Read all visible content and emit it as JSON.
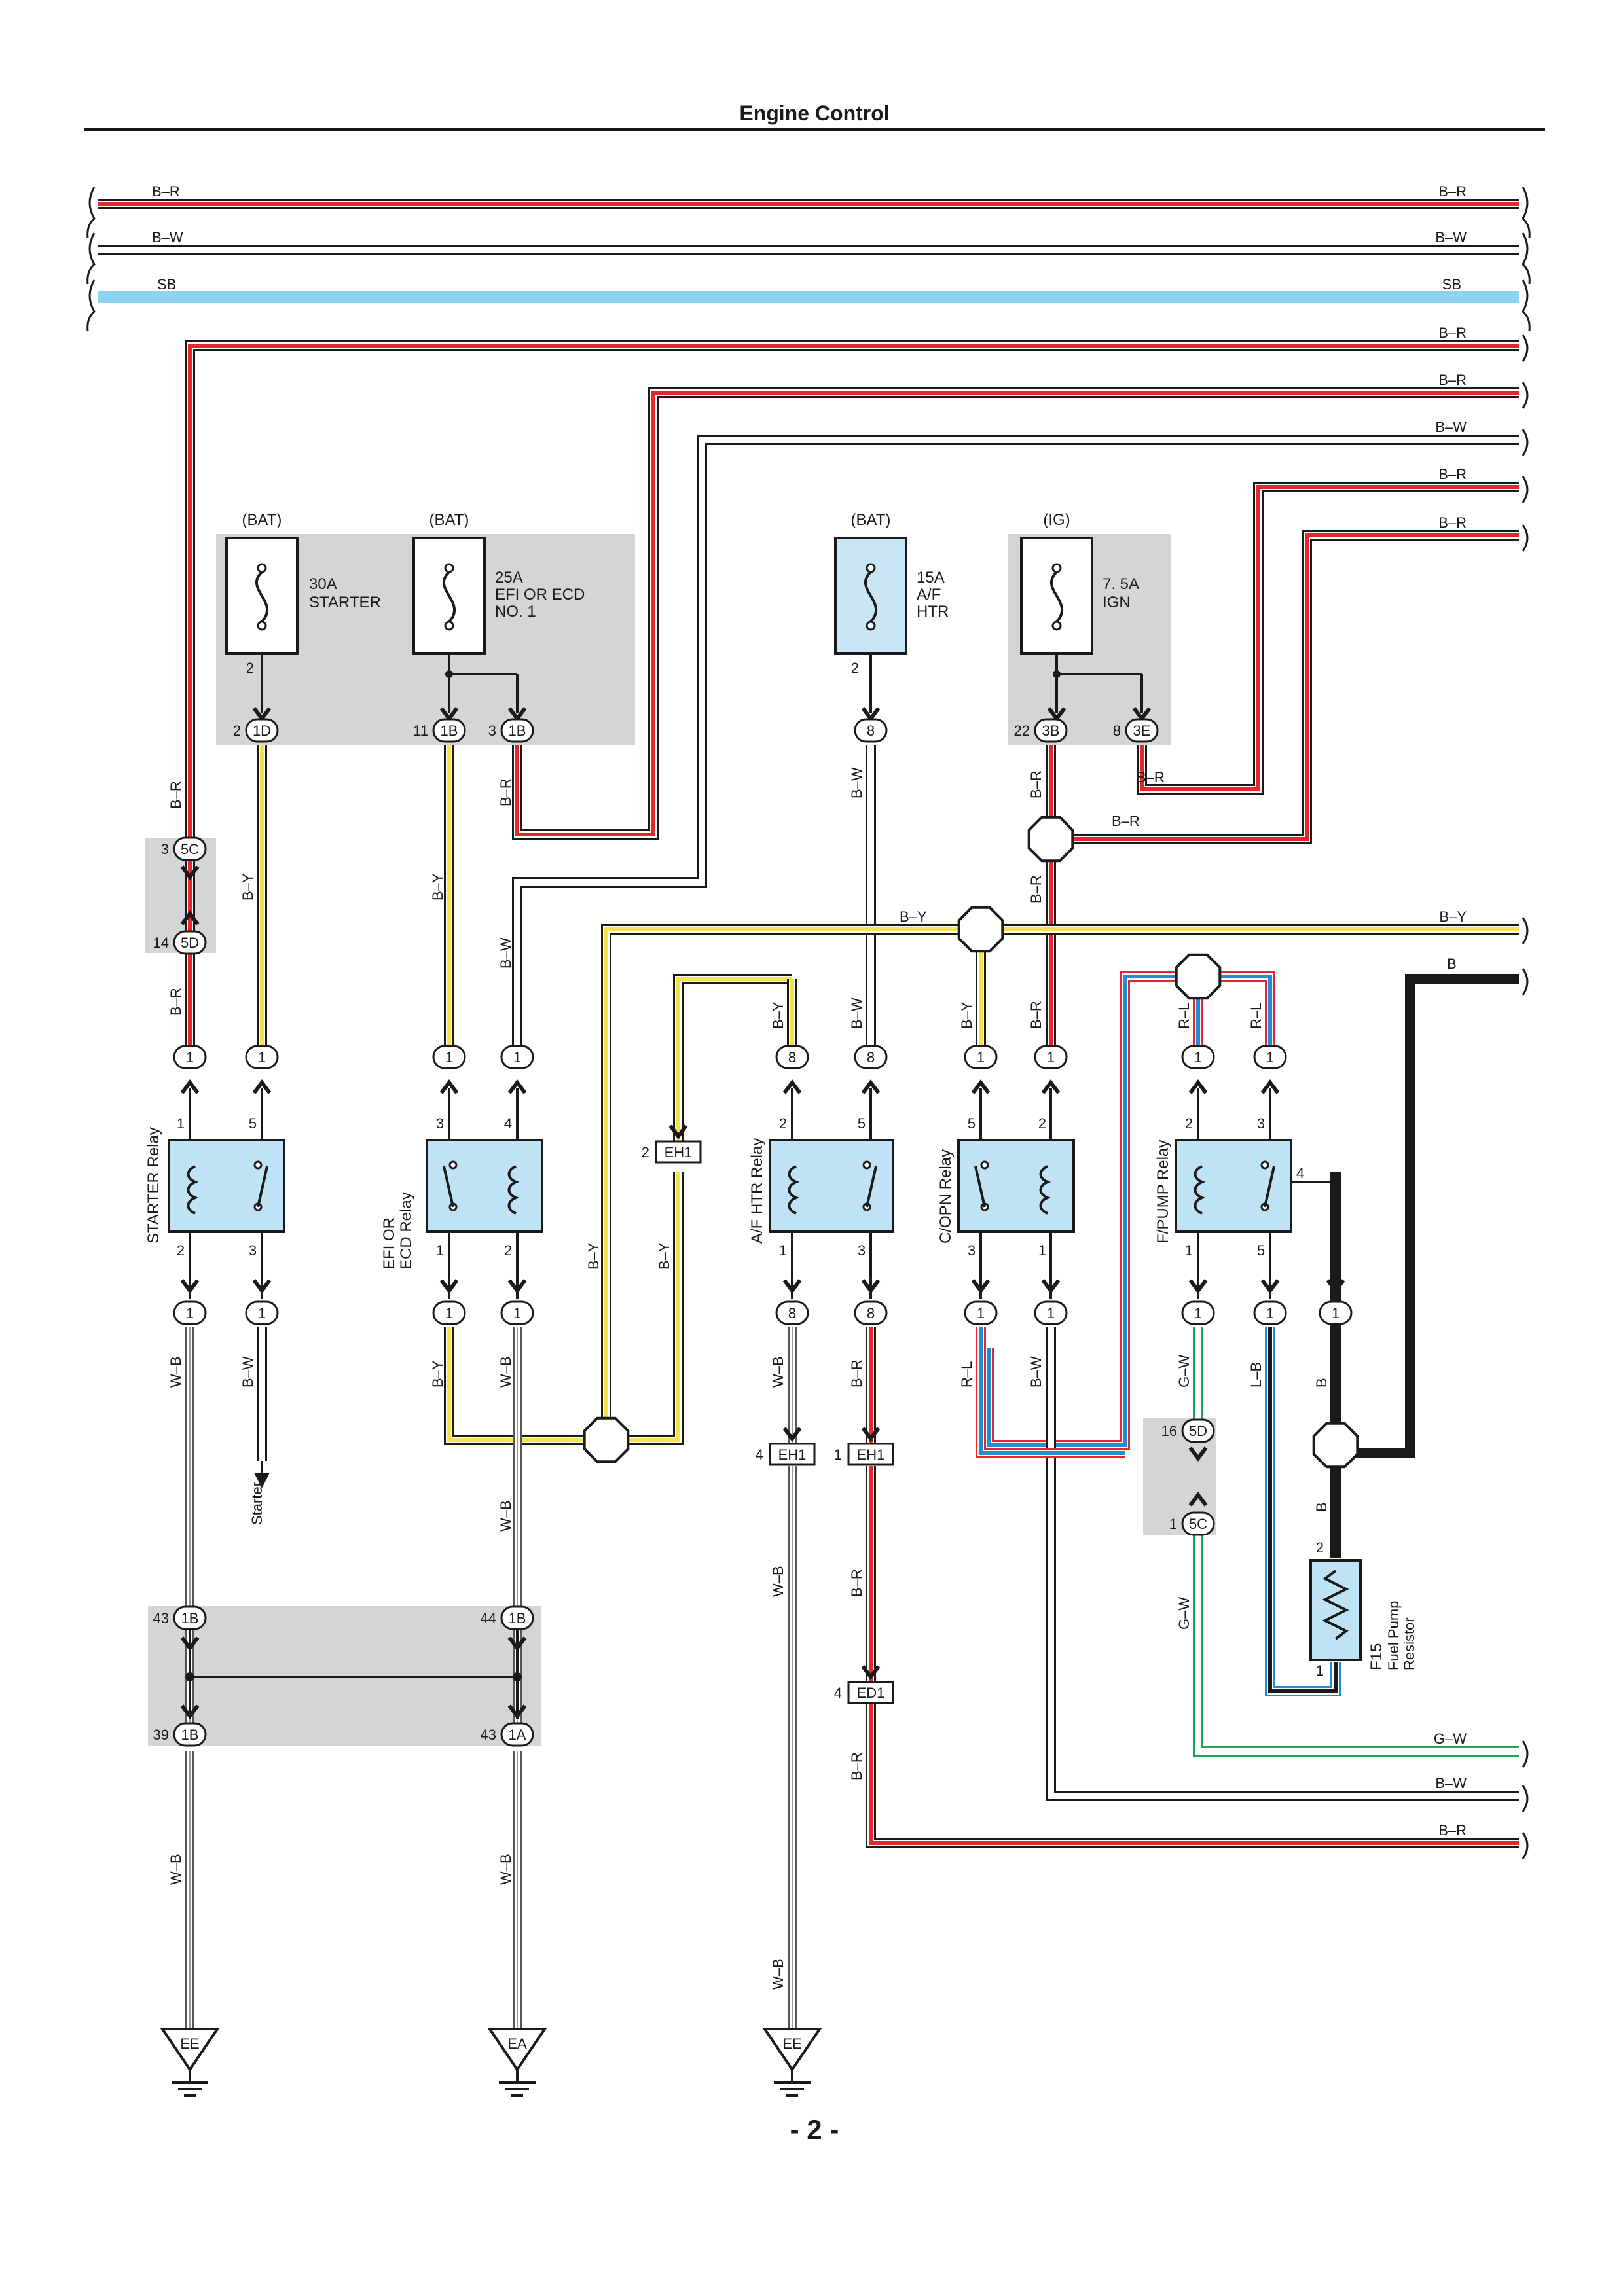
{
  "page": {
    "title": "Engine Control",
    "page_number": "- 2 -"
  },
  "colors": {
    "B": "#1a1a1a",
    "R": "#e8262d",
    "W": "#ffffff",
    "Y": "#f6e34a",
    "SB": "#8fd3f0",
    "L": "#1e8fd6",
    "G": "#1da856",
    "gray_box": "#d4d5d6",
    "fuse_fill": "#c8e6f6",
    "relay_fill": "#bfe3f5"
  },
  "bus": {
    "left": [
      "B–R",
      "B–W",
      "SB"
    ],
    "right": [
      "B–R",
      "B–W",
      "SB",
      "B–R",
      "B–R",
      "B–W",
      "B–R",
      "B–R",
      "B–Y",
      "B",
      "G–W",
      "B–W",
      "B–R"
    ]
  },
  "fuses": [
    {
      "source": "(BAT)",
      "amp": "30A",
      "name_lines": [
        "STARTER"
      ],
      "pin": "2",
      "icon": "fuse-icon"
    },
    {
      "source": "(BAT)",
      "amp": "25A",
      "name_lines": [
        "EFI OR ECD",
        "NO. 1"
      ],
      "icon": "fuse-icon"
    },
    {
      "source": "(BAT)",
      "amp": "15A",
      "name_lines": [
        "A/F",
        "HTR"
      ],
      "pin": "2",
      "icon": "fuse-icon"
    },
    {
      "source": "(IG)",
      "amp": "7. 5A",
      "name_lines": [
        "IGN"
      ],
      "icon": "fuse-icon"
    }
  ],
  "connectors": {
    "c1d": {
      "pin": "2",
      "id": "1D"
    },
    "c1b_a": {
      "pin": "11",
      "id": "1B"
    },
    "c1b_b": {
      "pin": "3",
      "id": "1B"
    },
    "c8_top": {
      "id": "8"
    },
    "c3b": {
      "pin": "22",
      "id": "3B"
    },
    "c3e": {
      "pin": "8",
      "id": "3E"
    },
    "c5c_top": {
      "pin": "3",
      "id": "5C"
    },
    "c5d_top": {
      "pin": "14",
      "id": "5D"
    },
    "relay_pin_id": "1",
    "relay_pin_id_8": "8",
    "eh1_mid": {
      "pin": "2",
      "id": "EH1"
    },
    "eh1_left": {
      "pin": "4",
      "id": "EH1"
    },
    "eh1_right": {
      "pin": "1",
      "id": "EH1"
    },
    "ed1": {
      "pin": "4",
      "id": "ED1"
    },
    "c5d_low": {
      "pin": "16",
      "id": "5D"
    },
    "c5c_low": {
      "pin": "1",
      "id": "5C"
    },
    "j1b_43": {
      "pin": "43",
      "id": "1B"
    },
    "j1b_44": {
      "pin": "44",
      "id": "1B"
    },
    "j1b_39": {
      "pin": "39",
      "id": "1B"
    },
    "j1a_43": {
      "pin": "43",
      "id": "1A"
    }
  },
  "relays": [
    {
      "name": "STARTER Relay",
      "pins": [
        "1",
        "5",
        "2",
        "3"
      ]
    },
    {
      "name_lines": [
        "EFI OR",
        "ECD Relay"
      ],
      "pins": [
        "3",
        "4",
        "1",
        "2"
      ]
    },
    {
      "name": "A/F HTR Relay",
      "pins": [
        "2",
        "5",
        "1",
        "3"
      ]
    },
    {
      "name": "C/OPN Relay",
      "pins": [
        "5",
        "2",
        "3",
        "1"
      ]
    },
    {
      "name": "F/PUMP Relay",
      "pins": [
        "2",
        "3",
        "1",
        "5",
        "4"
      ]
    }
  ],
  "wire_labels": {
    "br": "B–R",
    "by": "B–Y",
    "bw": "B–W",
    "wb": "W–B",
    "rl": "R–L",
    "gw": "G–W",
    "lb": "L–B",
    "b": "B"
  },
  "starter_arrow": "Starter",
  "resistor": {
    "code": "F15",
    "name_lines": [
      "Fuel Pump",
      "Resistor"
    ],
    "pins": [
      "2",
      "1"
    ]
  },
  "grounds": [
    "EE",
    "EA",
    "EE"
  ]
}
